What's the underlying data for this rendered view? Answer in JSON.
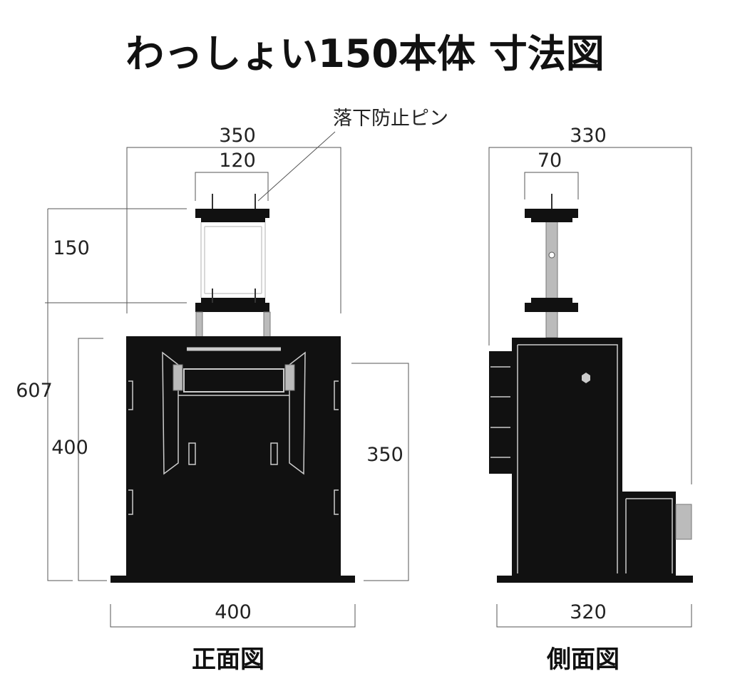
{
  "title": "わっしょい150本体 寸法図",
  "front": {
    "caption": "正面図",
    "pin_label": "落下防止ピン",
    "dims": {
      "overall_width": "350",
      "handle_width": "120",
      "handle_height": "150",
      "total_height": "607",
      "body_height": "400",
      "side_height": "350",
      "base_width": "400"
    }
  },
  "side": {
    "caption": "側面図",
    "dims": {
      "overall_depth": "330",
      "handle_depth": "70",
      "base_depth": "320"
    }
  }
}
